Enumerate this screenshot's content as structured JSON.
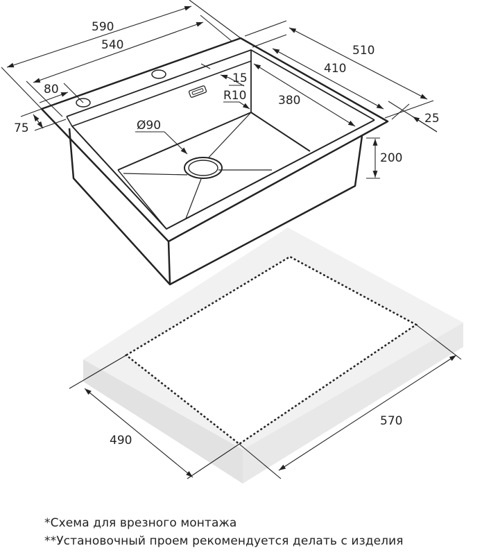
{
  "dimensions": {
    "overall_width": "590",
    "inner_width": "540",
    "hole_offset": "80",
    "rim_front": "75",
    "step": "15",
    "radius": "R10",
    "drain": "Ø90",
    "overall_depth": "510",
    "inner_depth": "410",
    "bowl_depth_top": "380",
    "rim_side": "25",
    "bowl_height": "200",
    "cutout_depth": "490",
    "cutout_width": "570"
  },
  "notes": [
    "*Схема для врезного монтажа",
    "**Установочный проем рекомендуется делать с изделия"
  ],
  "colors": {
    "line": "#222222",
    "slab_top": "#efefef",
    "slab_side": "#e2e2e2"
  }
}
